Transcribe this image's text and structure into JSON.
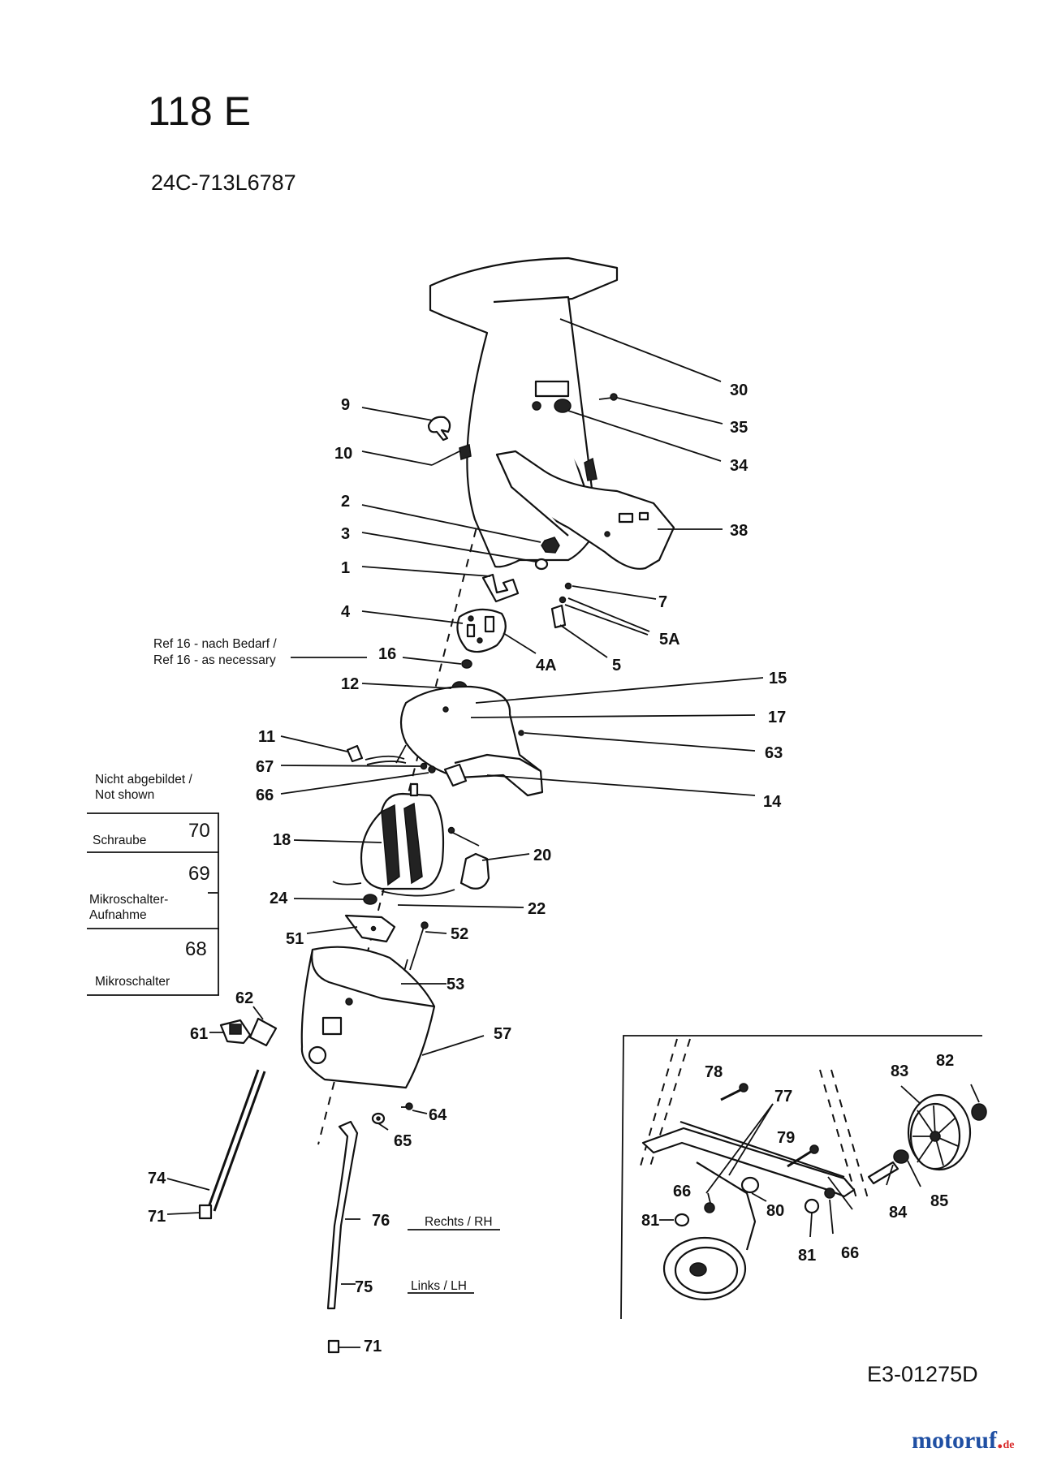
{
  "title": "118 E",
  "model": "24C-713L6787",
  "document_id": "E3-01275D",
  "brand": {
    "name_prefix": "motoruf",
    "dot": ".",
    "tld": "de"
  },
  "callouts": {
    "c30": "30",
    "c35": "35",
    "c34": "34",
    "c38": "38",
    "c9": "9",
    "c10": "10",
    "c2": "2",
    "c3": "3",
    "c1": "1",
    "c7": "7",
    "c5A": "5A",
    "c4": "4",
    "c4A": "4A",
    "c5": "5",
    "c16": "16",
    "c15": "15",
    "c12": "12",
    "c17": "17",
    "c63": "63",
    "c11": "11",
    "c67": "67",
    "c66": "66",
    "c14": "14",
    "c18": "18",
    "c20": "20",
    "c24": "24",
    "c22": "22",
    "c51": "51",
    "c52": "52",
    "c53": "53",
    "c62": "62",
    "c61": "61",
    "c57": "57",
    "c64": "64",
    "c65": "65",
    "c74": "74",
    "c71a": "71",
    "c76": "76",
    "c75": "75",
    "c71b": "71",
    "c78": "78",
    "c77": "77",
    "c83": "83",
    "c82": "82",
    "c79": "79",
    "c66b": "66",
    "c80": "80",
    "c84": "84",
    "c85": "85",
    "c81a": "81",
    "c81b": "81",
    "c66c": "66"
  },
  "notes": {
    "ref16_de": "Ref 16 - nach Bedarf /",
    "ref16_en": "Ref 16 - as necessary",
    "not_shown_de": "Nicht abgebildet /",
    "not_shown_en": "Not shown",
    "rh": "Rechts / RH",
    "lh": "Links / LH"
  },
  "not_shown_table": [
    {
      "number": "70",
      "name": "Schraube"
    },
    {
      "number": "69",
      "name": "Mikroschalter-",
      "name2": "Aufnahme"
    },
    {
      "number": "68",
      "name": "Mikroschalter"
    }
  ]
}
